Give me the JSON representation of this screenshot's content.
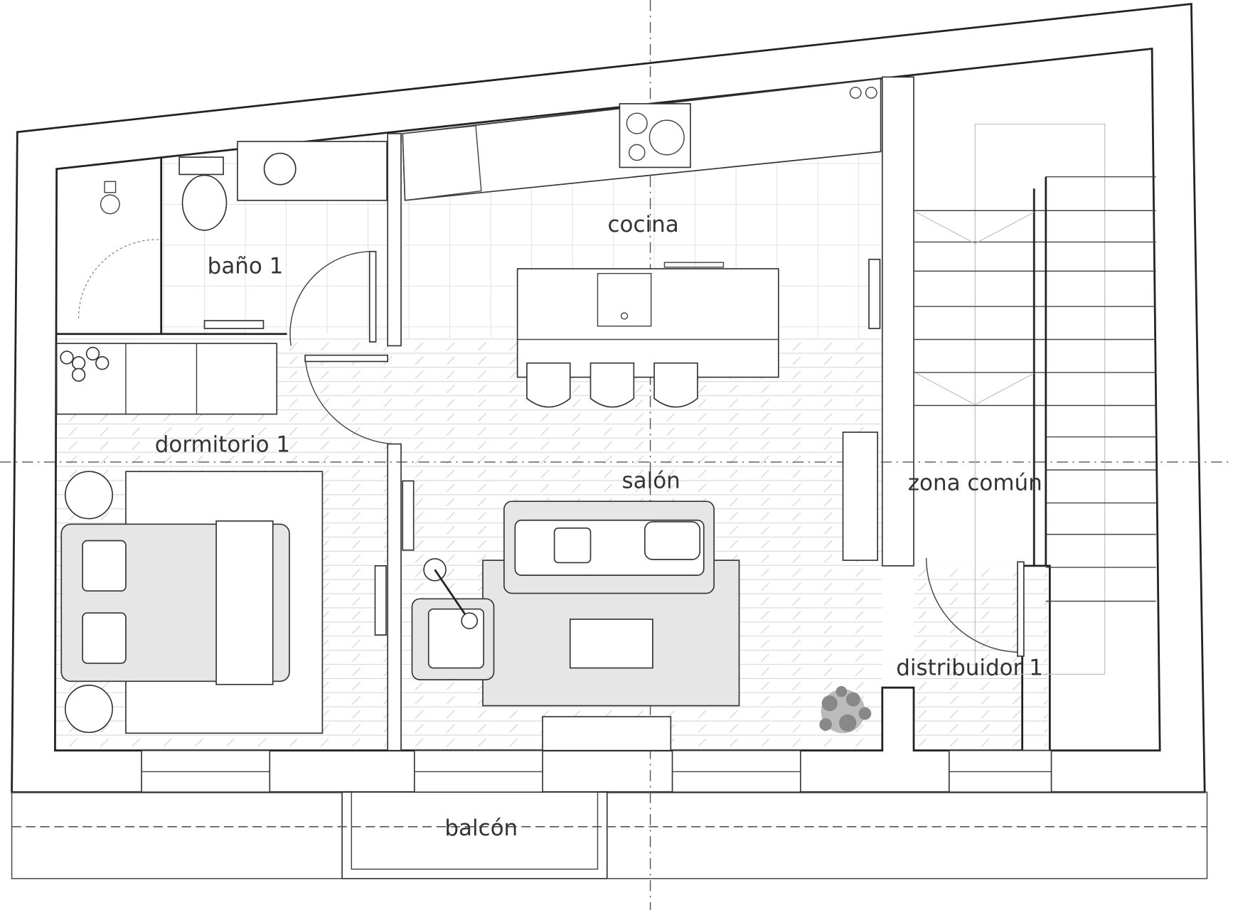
{
  "title": "Floor plan",
  "rooms": {
    "kitchen": "cocina",
    "bathroom": "baño 1",
    "bedroom": "dormitorio 1",
    "living": "salón",
    "common": "zona común",
    "hall": "distribuidor 1",
    "balcony": "balcón"
  },
  "colors": {
    "wall": "#222222",
    "furniture": "#e6e6e6",
    "floor_hatch": "#cccccc"
  }
}
